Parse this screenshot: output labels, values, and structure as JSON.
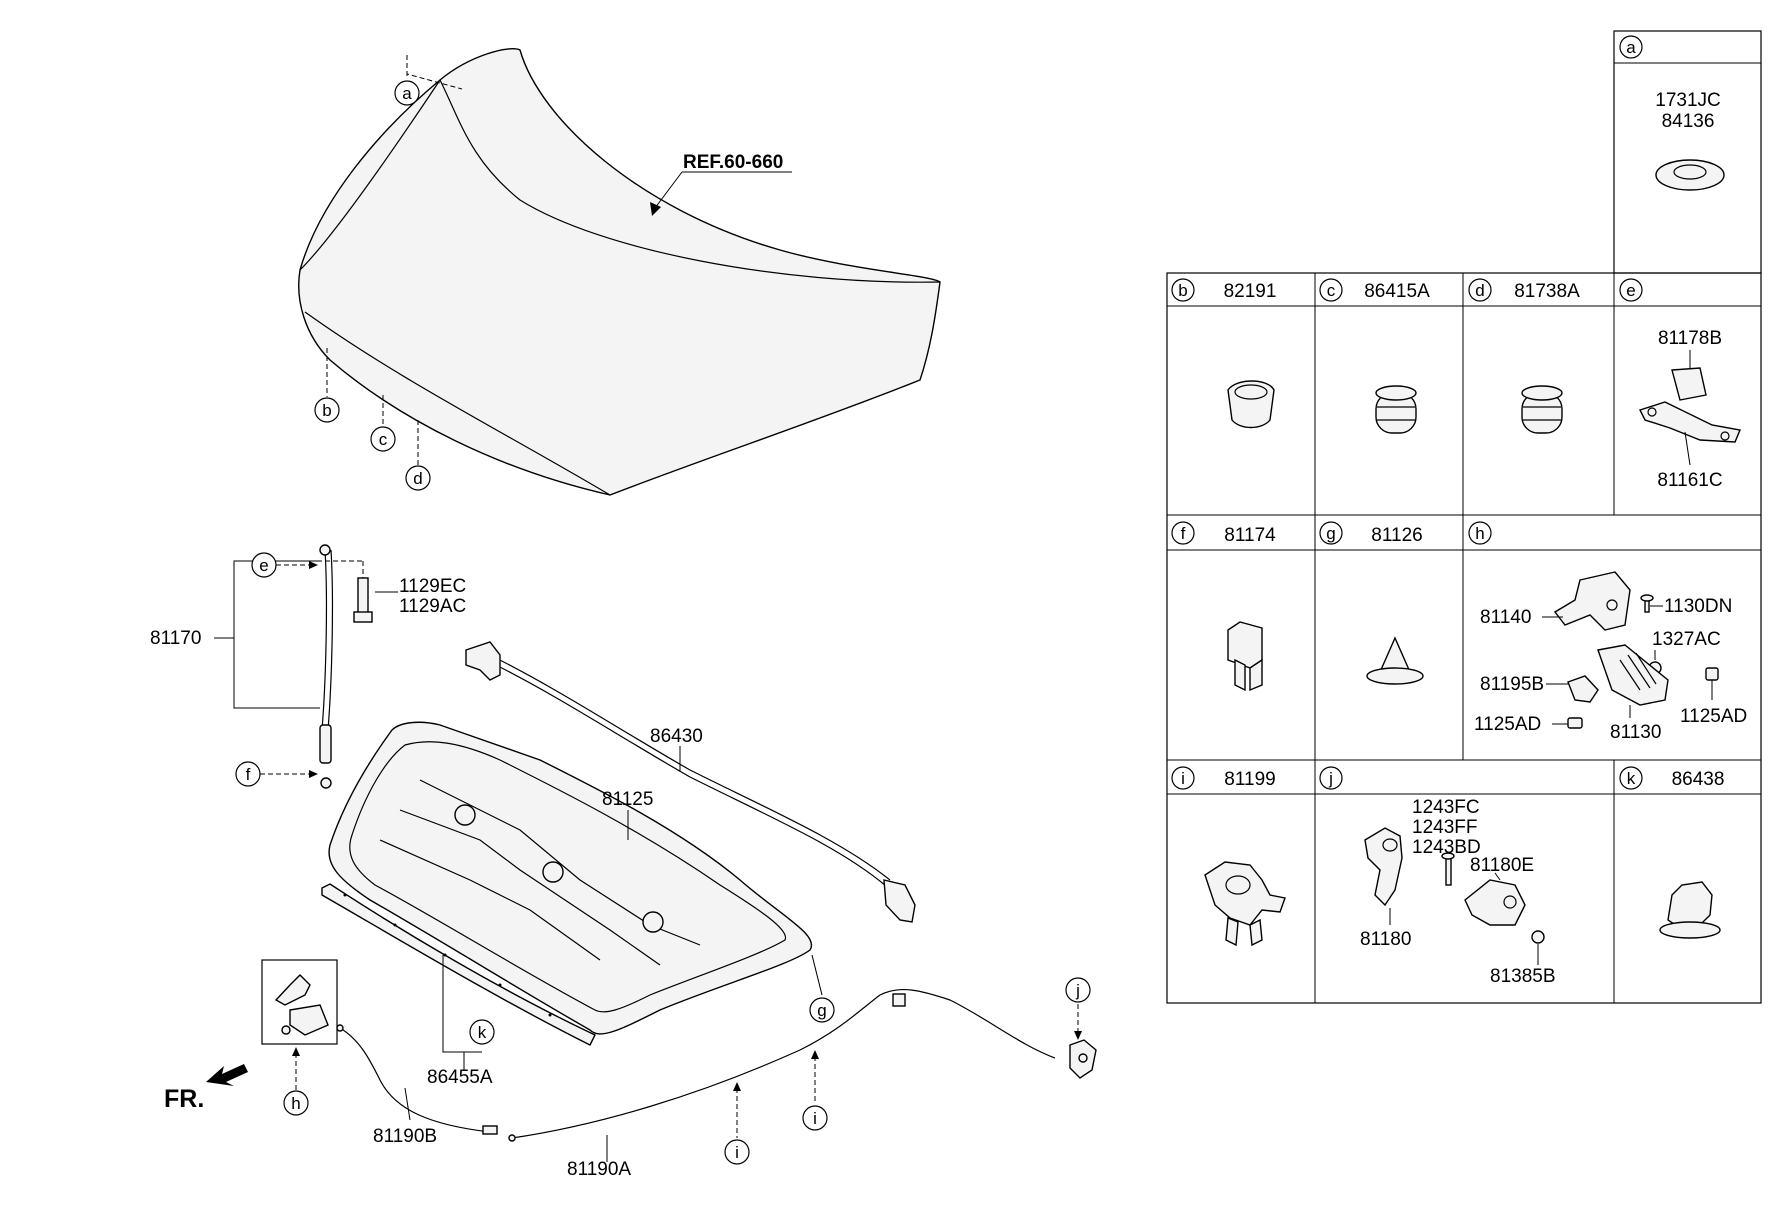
{
  "diagram": {
    "ref_label": "REF.60-660",
    "front_label": "FR.",
    "callouts": {
      "a": "a",
      "b": "b",
      "c": "c",
      "d": "d",
      "e": "e",
      "f": "f",
      "g": "g",
      "h": "h",
      "i": "i",
      "j": "j",
      "k": "k"
    },
    "parts": {
      "p1129EC": "1129EC",
      "p1129AC": "1129AC",
      "p81170": "81170",
      "p86430": "86430",
      "p81125": "81125",
      "p86455A": "86455A",
      "p81190B": "81190B",
      "p81190A": "81190A"
    }
  },
  "table": {
    "a": {
      "letter": "a",
      "parts": [
        "1731JC",
        "84136"
      ]
    },
    "b": {
      "letter": "b",
      "part": "82191"
    },
    "c": {
      "letter": "c",
      "part": "86415A"
    },
    "d": {
      "letter": "d",
      "part": "81738A"
    },
    "e": {
      "letter": "e",
      "top": "81178B",
      "bottom": "81161C"
    },
    "f": {
      "letter": "f",
      "part": "81174"
    },
    "g": {
      "letter": "g",
      "part": "81126"
    },
    "h": {
      "letter": "h",
      "p81140": "81140",
      "p1130DN": "1130DN",
      "p1327AC": "1327AC",
      "p81195B": "81195B",
      "p1125AD_left": "1125AD",
      "p81130": "81130",
      "p1125AD_right": "1125AD"
    },
    "i": {
      "letter": "i",
      "part": "81199"
    },
    "j": {
      "letter": "j",
      "p1243FC": "1243FC",
      "p1243FF": "1243FF",
      "p1243BD": "1243BD",
      "p81180E": "81180E",
      "p81180": "81180",
      "p81385B": "81385B"
    },
    "k": {
      "letter": "k",
      "part": "86438"
    }
  }
}
